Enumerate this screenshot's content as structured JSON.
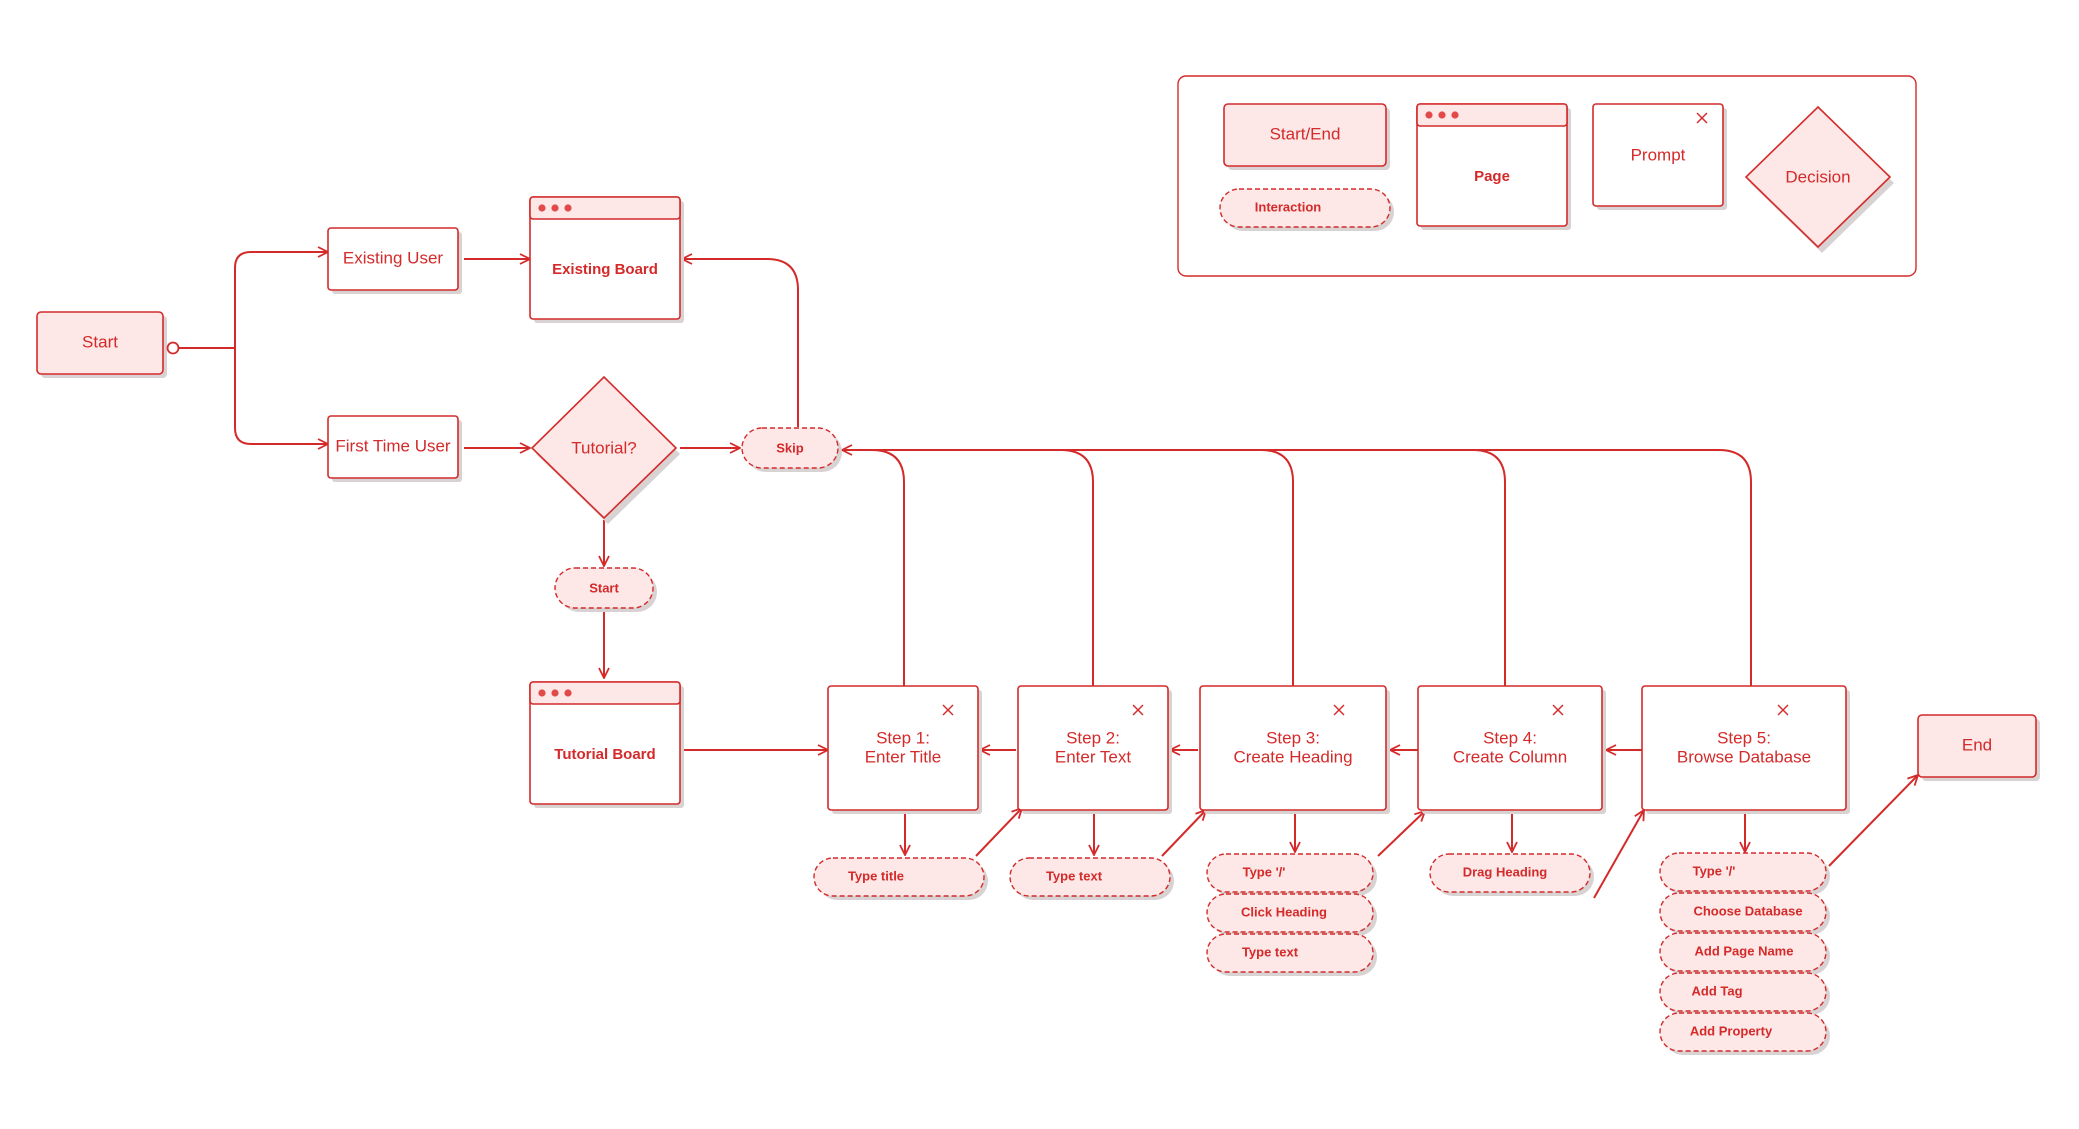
{
  "colors": {
    "accent": "#d42a2a",
    "fill": "#fde7e7",
    "background": "#ffffff"
  },
  "legend": {
    "start_end": "Start/End",
    "interaction": "Interaction",
    "page": "Page",
    "prompt": "Prompt",
    "decision": "Decision"
  },
  "nodes": {
    "start": "Start",
    "existing_user": "Existing User",
    "first_time_user": "First Time User",
    "existing_board": "Existing Board",
    "tutorial_decision": "Tutorial?",
    "skip": "Skip",
    "tutorial_start": "Start",
    "tutorial_board": "Tutorial Board",
    "end": "End",
    "steps": [
      {
        "line1": "Step 1:",
        "line2": "Enter Title"
      },
      {
        "line1": "Step 2:",
        "line2": "Enter Text"
      },
      {
        "line1": "Step 3:",
        "line2": "Create Heading"
      },
      {
        "line1": "Step 4:",
        "line2": "Create Column"
      },
      {
        "line1": "Step 5:",
        "line2": "Browse Database"
      }
    ],
    "step_actions": {
      "step1": [
        "Type title"
      ],
      "step2": [
        "Type text"
      ],
      "step3": [
        "Type '/'",
        "Click Heading",
        "Type text"
      ],
      "step4": [
        "Drag Heading"
      ],
      "step5": [
        "Type '/'",
        "Choose Database",
        "Add Page Name",
        "Add Tag",
        "Add Property"
      ]
    }
  }
}
